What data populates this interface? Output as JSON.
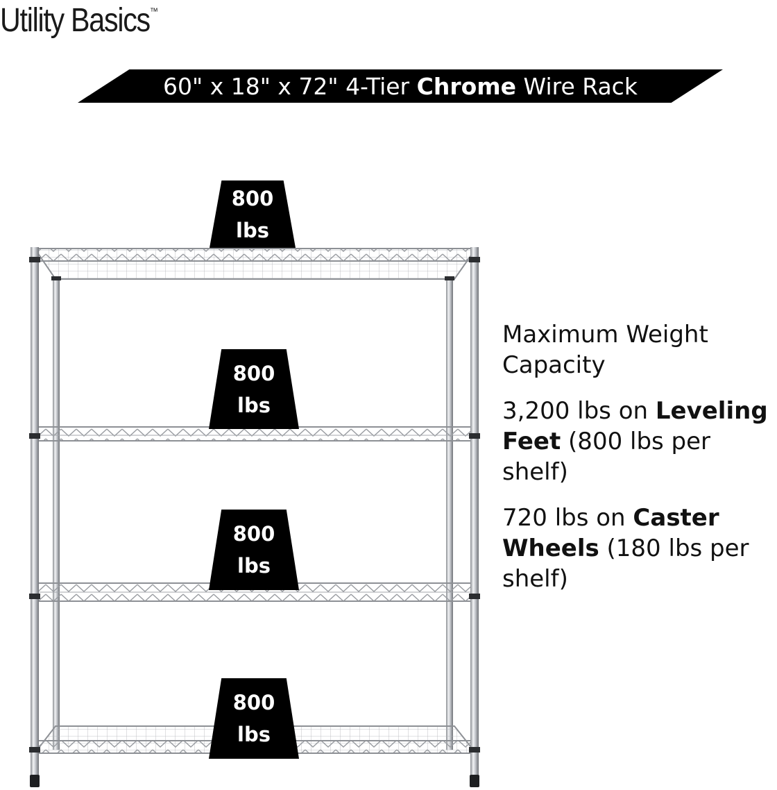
{
  "brand": {
    "name": "Utility Basics",
    "tm": "™"
  },
  "banner": {
    "pre": "60\" x 18\" x 72\" 4-Tier ",
    "bold": "Chrome",
    "post": " Wire Rack"
  },
  "badges": [
    {
      "value": "800",
      "unit": "lbs"
    },
    {
      "value": "800",
      "unit": "lbs"
    },
    {
      "value": "800",
      "unit": "lbs"
    },
    {
      "value": "800",
      "unit": "lbs"
    }
  ],
  "info": {
    "heading": "Maximum Weight Capacity",
    "leveling": {
      "pre": "3,200 lbs on ",
      "bold": "Leveling Feet",
      "post": " (800 lbs per shelf)"
    },
    "caster": {
      "pre": "720 lbs on ",
      "bold": "Caster Wheels",
      "post": " (180 lbs per shelf)"
    }
  },
  "colors": {
    "banner": "#000000",
    "badge": "#000000",
    "chrome": "#b9bcc0"
  }
}
